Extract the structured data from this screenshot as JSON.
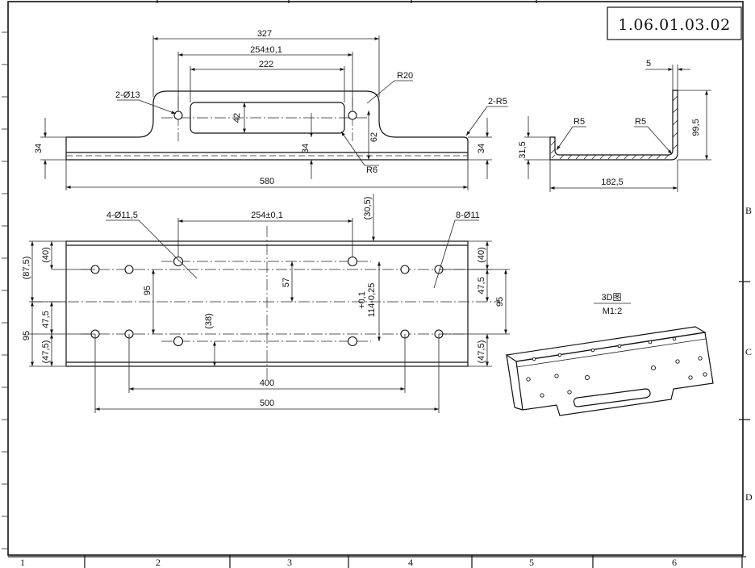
{
  "title_block": {
    "drawing_number": "1.06.01.03.02"
  },
  "border": {
    "zone_numbers": [
      "1",
      "2",
      "3",
      "4",
      "5",
      "6"
    ],
    "zone_letters": [
      "B",
      "C",
      "D"
    ]
  },
  "top_view": {
    "overall_top": "327",
    "slot_pitch": "254±0,1",
    "slot_length": "222",
    "tab_radius": "R20",
    "holes": "2-Ø13",
    "corner_radius": "2-R5",
    "slot_width": "42",
    "tab_height": "62",
    "flange_height_left": "34",
    "flange_height_mid": "34",
    "flange_height_right": "34",
    "slot_radius": "R6",
    "overall_length": "580"
  },
  "side_view": {
    "thickness": "5",
    "height_right": "99,5",
    "height_left": "31,5",
    "bend_radius_left": "R5",
    "bend_radius_right": "R5",
    "width": "182,5"
  },
  "plan_view": {
    "large_holes": "4-Ø11,5",
    "large_hole_pitch": "254±0,1",
    "ref_30_5": "(30,5)",
    "small_holes": "8-Ø11",
    "ref_87_5": "(87,5)",
    "ref_40_left": "(40)",
    "ref_40_right": "(40)",
    "dim_95_inner": "95",
    "dim_57": "57",
    "tol_pos": "+0,1",
    "tol_range": "114-0,25",
    "dim_47_5_right": "47,5",
    "dim_95_right": "95",
    "dim_47_5_left": "47,5",
    "dim_95_left": "95",
    "ref_47_5_left": "(47,5)",
    "ref_38": "(38)",
    "ref_47_5_right": "(47,5)",
    "dim_400": "400",
    "dim_500": "500"
  },
  "iso_view": {
    "label": "3D图",
    "scale": "M1:2"
  }
}
